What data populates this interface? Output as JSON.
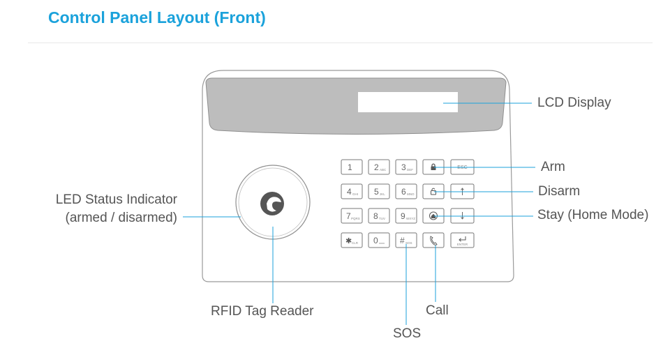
{
  "title": "Control Panel Layout (Front)",
  "callouts": {
    "lcd": "LCD Display",
    "arm": "Arm",
    "disarm": "Disarm",
    "stay": "Stay (Home Mode)",
    "led_line1": "LED Status Indicator",
    "led_line2": "(armed / disarmed)",
    "rfid": "RFID Tag Reader",
    "sos": "SOS",
    "call": "Call"
  },
  "keypad": {
    "key_1": "1",
    "key_2": "2",
    "key_2_sub": "ABC",
    "key_3": "3",
    "key_3_sub": "DEF",
    "key_esc": "ESC",
    "key_4": "4",
    "key_4_sub": "GHI",
    "key_5": "5",
    "key_5_sub": "JKL",
    "key_6": "6",
    "key_6_sub": "MNO",
    "key_7": "7",
    "key_7_sub": "PQRS",
    "key_8": "8",
    "key_8_sub": "TUV",
    "key_9": "9",
    "key_9_sub": "WXYZ",
    "key_star": "✱",
    "key_star_sub": "CLR",
    "key_0": "0",
    "key_hash": "#",
    "key_hash_sub": "SOS",
    "key_enter_sub": "ENTER"
  },
  "icons": {
    "arm": "lock-closed-icon",
    "disarm": "lock-open-icon",
    "stay": "home-icon",
    "call": "phone-icon",
    "up": "arrow-up-icon",
    "down": "arrow-down-icon",
    "enter": "enter-icon",
    "logo": "eagle-logo-icon"
  },
  "colors": {
    "title": "#1ba2db",
    "callout_line": "#1ba2db",
    "lcd_window": "#bdbdbd"
  }
}
